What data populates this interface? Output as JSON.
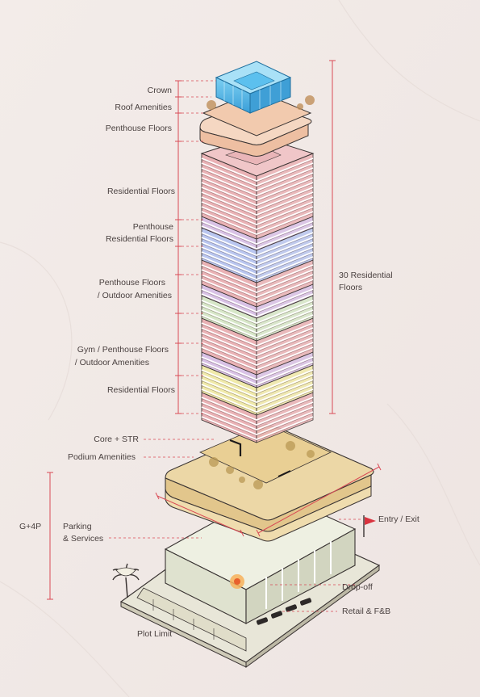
{
  "labels": {
    "crown": "Crown",
    "roof_amenities": "Roof Amenities",
    "penthouse_floors": "Penthouse Floors",
    "residential_floors_upper": "Residential Floors",
    "penthouse_res_line1": "Penthouse",
    "penthouse_res_line2": "Residential Floors",
    "pent_outdoor_line1": "Penthouse  Floors",
    "pent_outdoor_line2": "/ Outdoor Amenities",
    "gym_line1": "Gym / Penthouse  Floors",
    "gym_line2": "/ Outdoor Amenities",
    "residential_floors_lower": "Residential Floors",
    "core_str": "Core + STR",
    "podium_amenities": "Podium Amenities",
    "g4p": "G+4P",
    "parking_line1": "Parking",
    "parking_line2": "& Services",
    "plot_limit": "Plot Limit",
    "thirty_line1": "30 Residential",
    "thirty_line2": "Floors",
    "entry_exit": "Entry / Exit",
    "drop_off": "Drop-off",
    "retail_fb": "Retail & F&B"
  },
  "colors": {
    "background": "#f1e9e7",
    "dimension_line": "#d94a55",
    "crown_glass": "#4db3e6",
    "penthouse": "#f0c3a8",
    "residential": "#eab2b5",
    "lavender": "#d9c2e6",
    "blue_band": "#b9c6f0",
    "green_band": "#d7e7c8",
    "yellow_band": "#f0eaaa",
    "podium": "#e6c88e",
    "parking": "#e6e8d6"
  }
}
